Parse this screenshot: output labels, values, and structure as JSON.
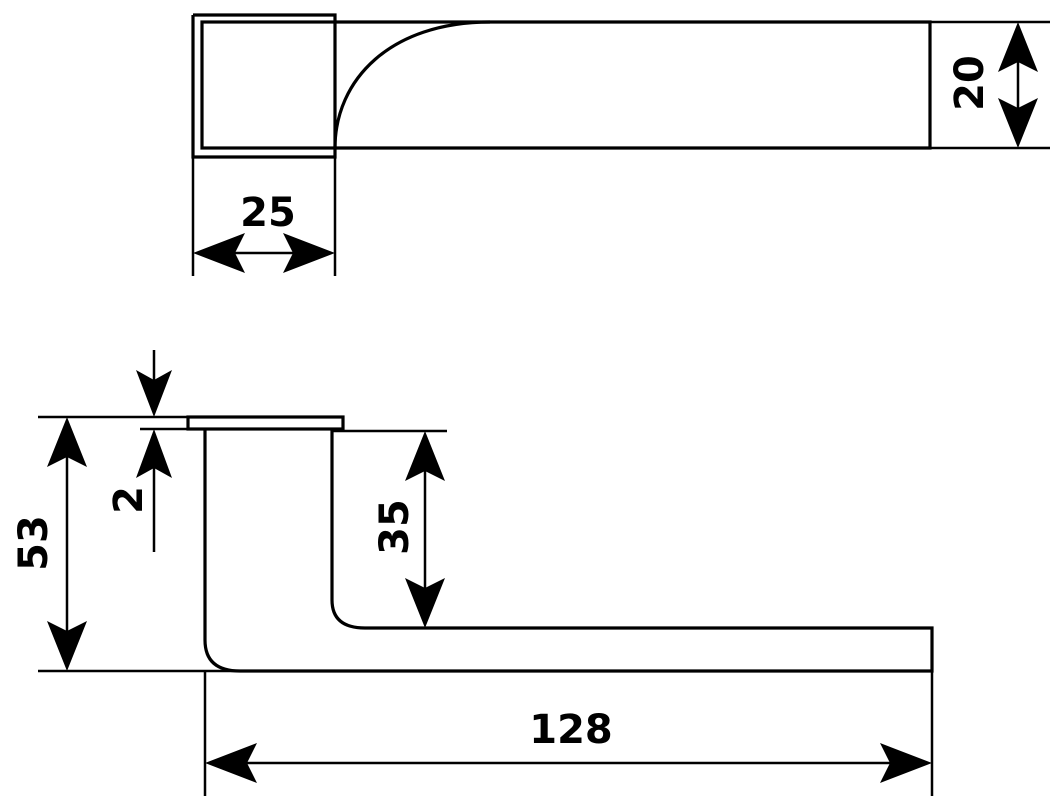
{
  "colors": {
    "line": "#000000",
    "background": "#ffffff"
  },
  "dimensions": {
    "top_view_width": "25",
    "top_view_height": "20",
    "side_view_total_height": "53",
    "side_view_rose_thickness": "2",
    "side_view_neck_height": "35",
    "side_view_length": "128"
  }
}
